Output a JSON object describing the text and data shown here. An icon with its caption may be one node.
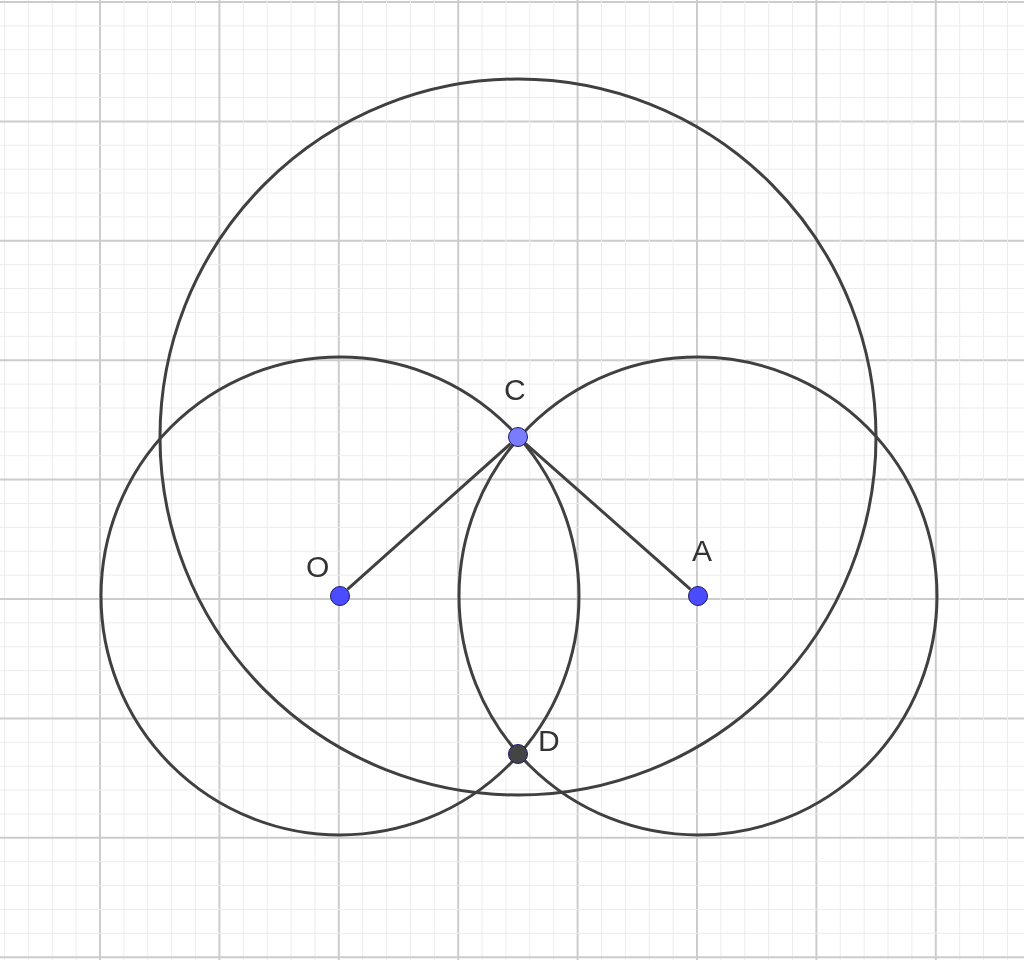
{
  "diagram": {
    "nodes": [
      {
        "text": [
          "C"
        ]
      },
      {
        "text": [
          "O"
        ]
      },
      {
        "text": [
          "A"
        ]
      },
      {
        "text": [
          "D"
        ]
      }
    ],
    "edges": [
      {
        "from": 0,
        "to": 1,
        "arrow": "none"
      },
      {
        "from": 0,
        "to": 2,
        "arrow": "none"
      }
    ]
  }
}
